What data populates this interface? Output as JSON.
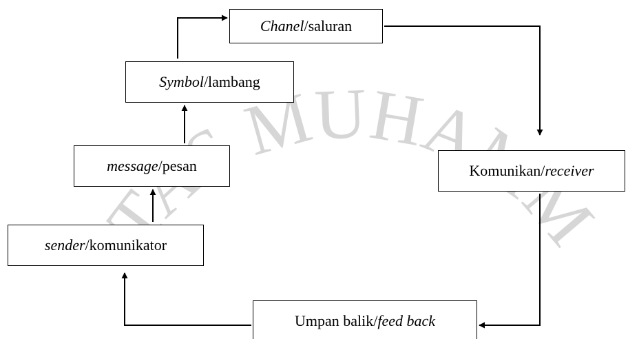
{
  "watermark": {
    "text": "TAS MUHAMM",
    "color": "#d6d6d6"
  },
  "nodes": {
    "channel": {
      "italic": "Chanel",
      "plain": "/saluran"
    },
    "symbol": {
      "italic": "Symbol",
      "plain": "/lambang"
    },
    "message": {
      "italic": "message",
      "plain": "/pesan"
    },
    "receiver": {
      "plain": "Komunikan/",
      "italic": "receiver"
    },
    "sender": {
      "italic": "sender",
      "plain": "/komunikator"
    },
    "feedback": {
      "plain": "Umpan balik/",
      "italic": "feed back"
    }
  },
  "edges": [
    {
      "from": "sender",
      "to": "message"
    },
    {
      "from": "message",
      "to": "symbol"
    },
    {
      "from": "symbol",
      "to": "channel"
    },
    {
      "from": "channel",
      "to": "receiver"
    },
    {
      "from": "receiver",
      "to": "feedback"
    },
    {
      "from": "feedback",
      "to": "sender"
    }
  ],
  "colors": {
    "line": "#000000",
    "background": "#ffffff"
  }
}
